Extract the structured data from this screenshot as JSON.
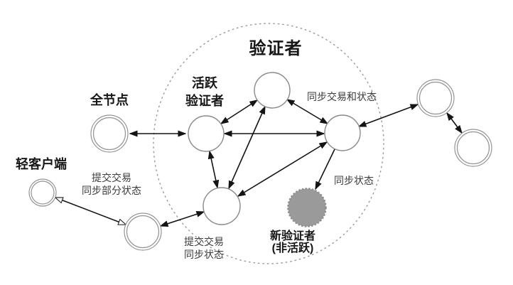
{
  "diagram": {
    "title": "验证者",
    "labels": {
      "active_validators": "活跃\n验证者",
      "full_node": "全节点",
      "light_client": "轻客户端",
      "submit_tx_partial_state": "提交交易\n同步部分状态",
      "submit_tx_sync_state": "提交交易\n同步状态",
      "sync_tx_and_state": "同步交易和状态",
      "sync_state": "同步状态",
      "new_validator_inactive": "新验证者\n(非活跃)"
    },
    "colors": {
      "inactive_fill": "#9a9a9a",
      "inactive_stroke": "#8f8f8f",
      "arrow": "#141414",
      "node_stroke": "#949494",
      "boundary_dot": "#9a9a9a",
      "label_text": "#3c3c3c"
    },
    "nodes": [
      {
        "name": "validator-top",
        "type": "active-validator"
      },
      {
        "name": "validator-left",
        "type": "active-validator"
      },
      {
        "name": "validator-right",
        "type": "active-validator"
      },
      {
        "name": "validator-bottom",
        "type": "active-validator"
      },
      {
        "name": "new-validator-inactive",
        "type": "inactive-validator"
      },
      {
        "name": "full-node-left",
        "type": "full-node"
      },
      {
        "name": "full-node-bottom",
        "type": "full-node"
      },
      {
        "name": "light-client",
        "type": "light-client"
      },
      {
        "name": "outside-node-upper",
        "type": "full-node"
      },
      {
        "name": "outside-node-lower",
        "type": "full-node"
      }
    ],
    "edges": [
      {
        "from": "full-node-left",
        "to": "validator-left",
        "arrows": "both",
        "head": "filled"
      },
      {
        "from": "validator-left",
        "to": "validator-top",
        "arrows": "both",
        "head": "filled"
      },
      {
        "from": "validator-top",
        "to": "validator-right",
        "arrows": "both",
        "head": "filled"
      },
      {
        "from": "validator-left",
        "to": "validator-right",
        "arrows": "both",
        "head": "filled"
      },
      {
        "from": "validator-left",
        "to": "validator-bottom",
        "arrows": "both",
        "head": "filled"
      },
      {
        "from": "validator-top",
        "to": "validator-bottom",
        "arrows": "both",
        "head": "filled"
      },
      {
        "from": "validator-right",
        "to": "validator-bottom",
        "arrows": "both",
        "head": "filled"
      },
      {
        "from": "validator-right",
        "to": "new-validator-inactive",
        "arrows": "end",
        "head": "filled"
      },
      {
        "from": "validator-right",
        "to": "outside-node-upper",
        "arrows": "both",
        "head": "filled"
      },
      {
        "from": "outside-node-upper",
        "to": "outside-node-lower",
        "arrows": "both",
        "head": "filled"
      },
      {
        "from": "full-node-bottom",
        "to": "validator-bottom",
        "arrows": "both",
        "head": "filled"
      },
      {
        "from": "light-client",
        "to": "full-node-bottom",
        "arrows": "both",
        "head": "open"
      }
    ]
  }
}
